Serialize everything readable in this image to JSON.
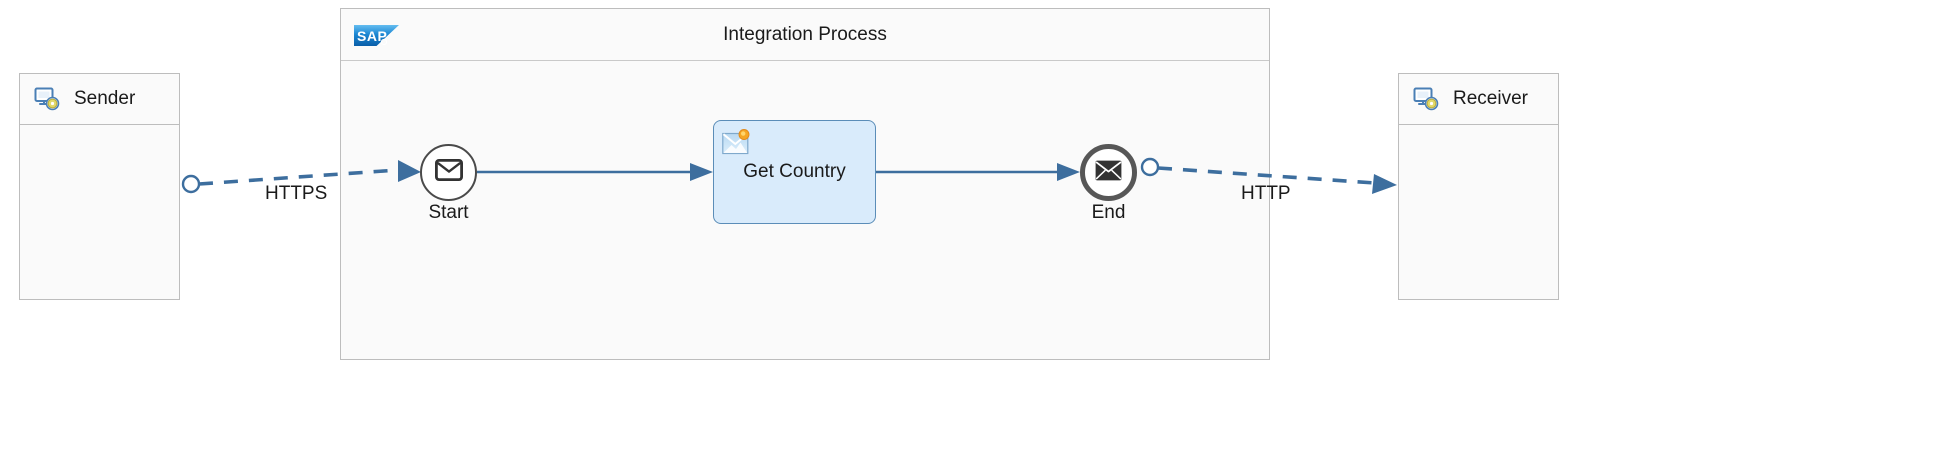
{
  "diagram": {
    "type": "sap-integration-flow",
    "colors": {
      "flow_blue": "#3d6e9e",
      "task_fill": "#d9ebfb",
      "task_border": "#5b8db8",
      "pool_fill": "#fafafa",
      "pool_border": "#bdbdbd",
      "text": "#1a1a1a",
      "sap_logo_blue": "#1b86d2",
      "icon_badge_yellow": "#e8d24a",
      "sun_orange": "#f5a623"
    }
  },
  "sender": {
    "label": "Sender",
    "icon": "sender-system-icon"
  },
  "receiver": {
    "label": "Receiver",
    "icon": "receiver-system-icon"
  },
  "pool": {
    "title": "Integration Process",
    "logo_alt": "SAP",
    "logo_text": "SAP"
  },
  "nodes": [
    {
      "id": "start-event",
      "label": "Start",
      "type": "start-message-event",
      "icon": "envelope-icon"
    },
    {
      "id": "get-country-task",
      "label": "Get Country",
      "type": "service-task",
      "icon": "message-mapping-icon"
    },
    {
      "id": "end-event",
      "label": "End",
      "type": "end-message-event",
      "icon": "envelope-filled-icon"
    }
  ],
  "flows": [
    {
      "id": "sender-to-start",
      "label": "HTTPS",
      "style": "dashed",
      "kind": "message-flow"
    },
    {
      "id": "start-to-task",
      "label": "",
      "style": "solid",
      "kind": "sequence-flow"
    },
    {
      "id": "task-to-end",
      "label": "",
      "style": "solid",
      "kind": "sequence-flow"
    },
    {
      "id": "end-to-receiver",
      "label": "HTTP",
      "style": "dashed",
      "kind": "message-flow"
    }
  ]
}
